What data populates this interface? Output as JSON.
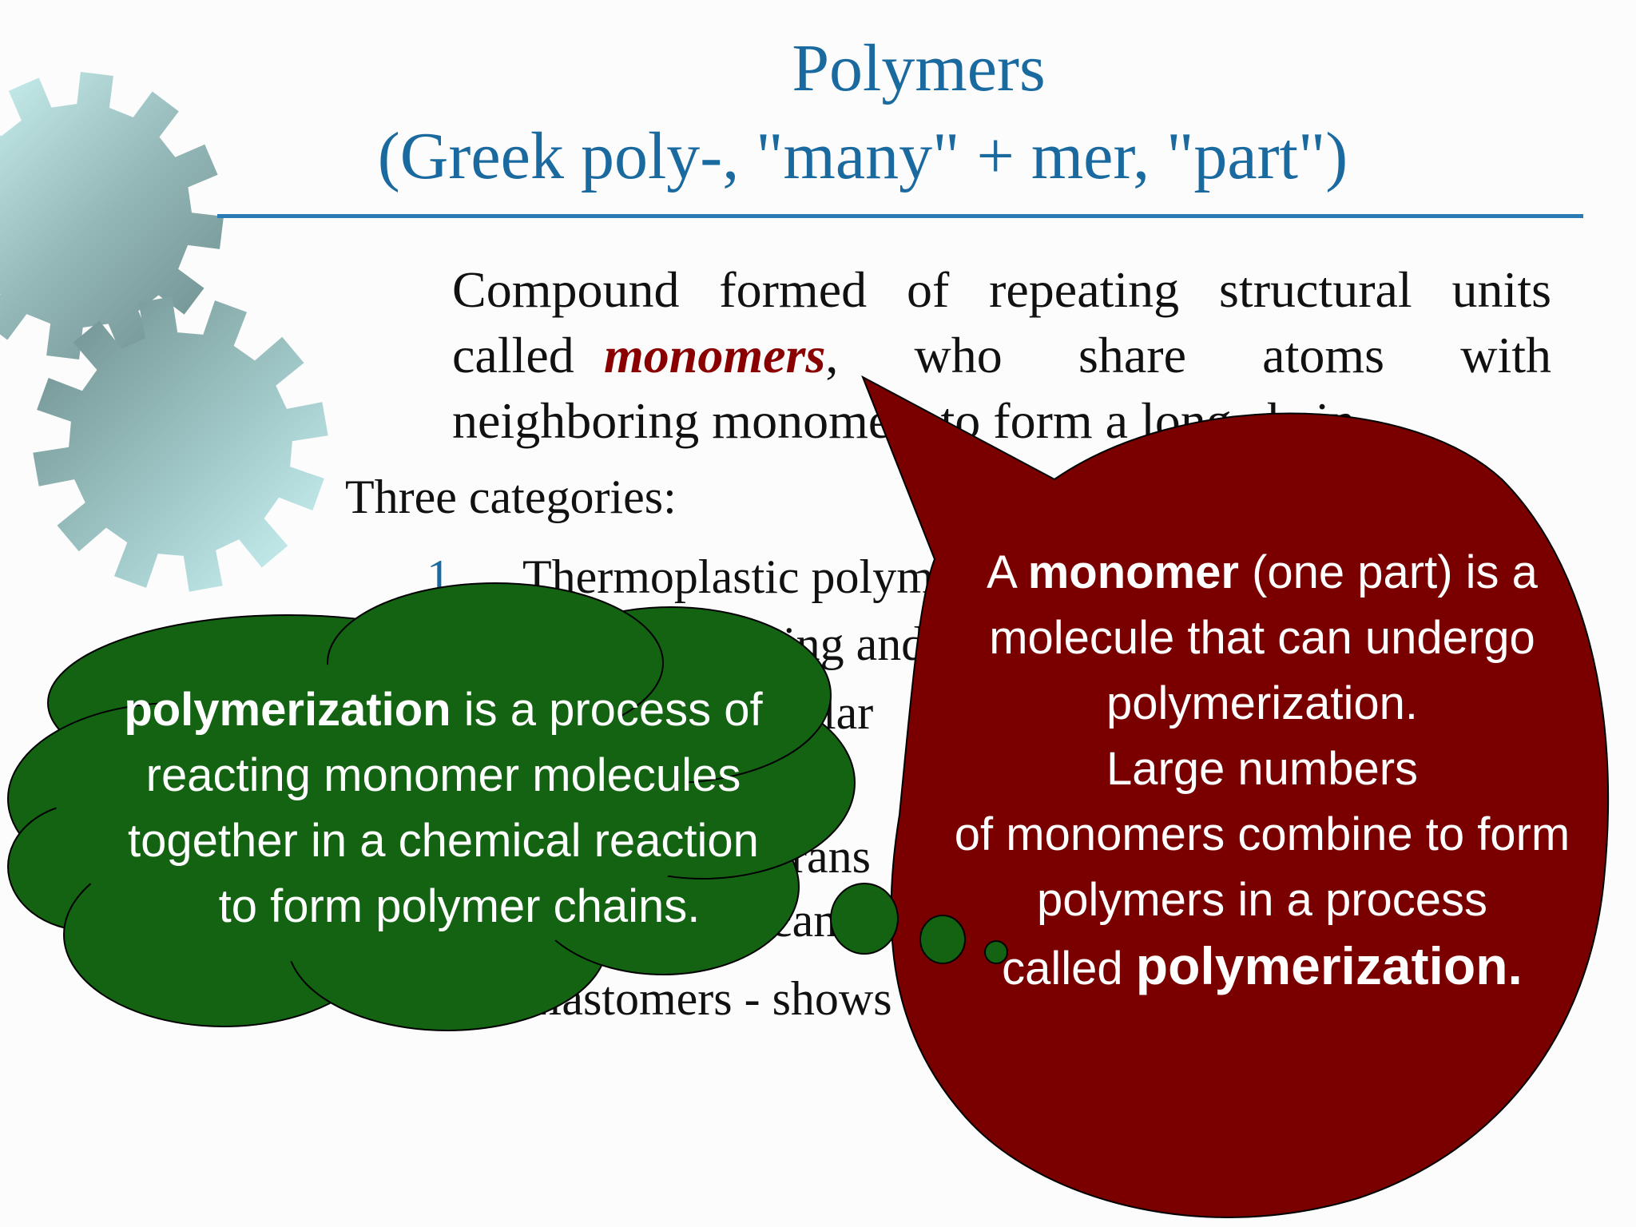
{
  "slide": {
    "title_line1": "Polymers",
    "title_line2": "(Greek poly-, \"many\" + mer, \"part\")",
    "definition": {
      "line1": "Compound formed of repeating structural units",
      "line2_pre": "called",
      "line2_term": "monomers",
      "line2_post": ", who share atoms with",
      "line3": "neighboring monomers to form a long chain."
    },
    "categories_heading": "Three categories:",
    "items": [
      {
        "number": "1.",
        "text": "Thermoplastic polymers –"
      },
      {
        "text": "heating and"
      },
      {
        "text": "ular"
      },
      {
        "text": "rans"
      },
      {
        "text": "– can"
      },
      {
        "text": "Elastomers - shows"
      }
    ]
  },
  "cloud_callout": {
    "bold_term": "polymerization",
    "line1_rest": " is a process of",
    "line2": "reacting monomer molecules",
    "line3": "together in a chemical reaction",
    "line4": "to form polymer chains."
  },
  "speech_callout": {
    "line1_pre": "A ",
    "line1_bold": "monomer",
    "line1_post": " (one part) is a",
    "line2": "molecule that can undergo",
    "line3": "polymerization.",
    "line4": "Large numbers",
    "line5": "of monomers combine to form",
    "line6": "polymers in a process",
    "line7_pre": "called ",
    "line7_bold": "polymerization."
  },
  "colors": {
    "title": "#1a6aa0",
    "rule": "#2a7ab4",
    "term": "#8a0000",
    "cloud_fill": "#136313",
    "speech_fill": "#7a0000",
    "gear_light": "#c8f4f4",
    "gear_dark": "#6e8d8d"
  }
}
